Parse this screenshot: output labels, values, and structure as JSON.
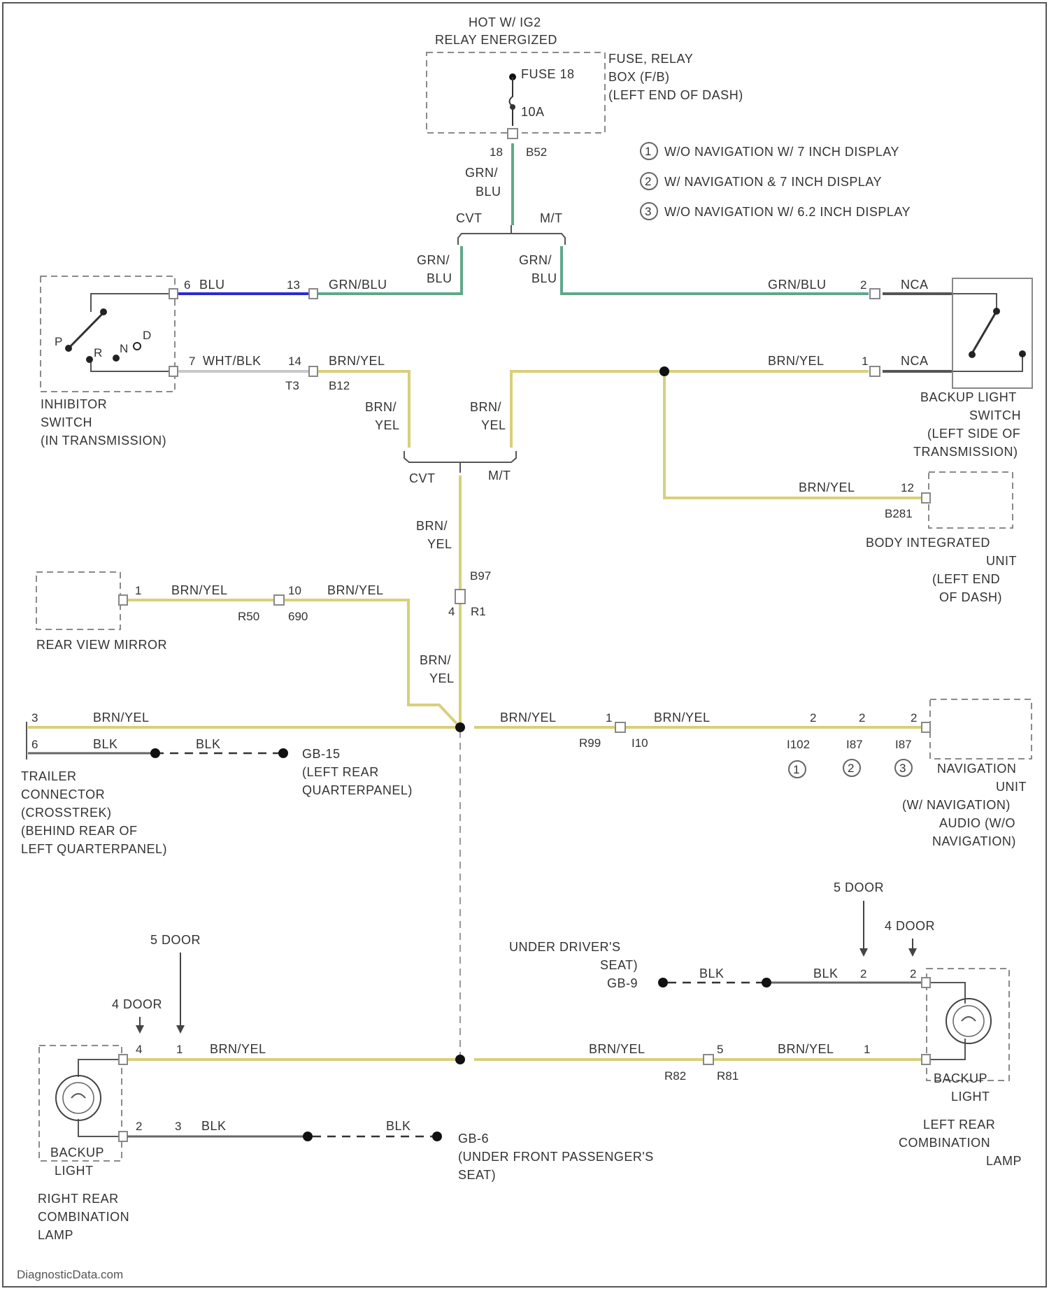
{
  "colors": {
    "wire_brn_yel": "#d9cf7a",
    "wire_grn_blu": "#5fa88a",
    "wire_blu": "#2a2ad6",
    "wire_wht_blk": "#c8c8c8",
    "wire_blk": "#666666",
    "wire_nca": "#555555",
    "splice": "#111111"
  },
  "power": {
    "hot_line1": "HOT W/ IG2",
    "hot_line2": "RELAY ENERGIZED",
    "fuse": "FUSE 18",
    "fuse_amp": "10A",
    "box_line1": "FUSE, RELAY",
    "box_line2": "BOX (F/B)",
    "box_line3": "(LEFT END OF DASH)",
    "pin": "18",
    "conn": "B52",
    "wire1": "GRN/",
    "wire2": "BLU",
    "cvt": "CVT",
    "mt": "M/T"
  },
  "legend": [
    {
      "num": "1",
      "text": "W/O NAVIGATION W/ 7 INCH DISPLAY"
    },
    {
      "num": "2",
      "text": "W/ NAVIGATION & 7 INCH DISPLAY"
    },
    {
      "num": "3",
      "text": "W/O NAVIGATION W/ 6.2 INCH DISPLAY"
    }
  ],
  "inhibitor": {
    "line1": "INHIBITOR",
    "line2": "SWITCH",
    "line3": "(IN TRANSMISSION)",
    "pin_blu": "6",
    "wire_blu": "BLU",
    "pin_whtblk": "7",
    "wire_whtblk": "WHT/BLK",
    "pin13": "13",
    "wire_grnblu": "GRN/BLU",
    "pin14": "14",
    "wire_brnyel": "BRN/YEL",
    "t3": "T3",
    "b12": "B12",
    "p": "P",
    "r": "R",
    "n": "N",
    "d": "D"
  },
  "cvt_branch": {
    "grn1": "GRN/",
    "blu1": "BLU",
    "grn2": "GRN/",
    "blu2": "BLU",
    "brn1": "BRN/",
    "yel1": "YEL",
    "brn2": "BRN/",
    "yel2": "YEL",
    "cvt": "CVT",
    "mt": "M/T"
  },
  "backup_switch": {
    "wire_grnblu": "GRN/BLU",
    "pin2": "2",
    "nca1": "NCA",
    "wire_brnyel": "BRN/YEL",
    "pin1": "1",
    "nca2": "NCA",
    "line1": "BACKUP LIGHT",
    "line2": "SWITCH",
    "line3": "(LEFT SIDE OF",
    "line4": "TRANSMISSION)"
  },
  "biu": {
    "wire": "BRN/YEL",
    "pin": "12",
    "conn": "B281",
    "line1": "BODY INTEGRATED",
    "line2": "UNIT",
    "line3": "(LEFT END",
    "line4": "OF DASH)"
  },
  "trunk": {
    "brn": "BRN/",
    "yel": "YEL",
    "b97": "B97",
    "r1": "R1",
    "pin4": "4",
    "brn2": "BRN/",
    "yel2": "YEL"
  },
  "mirror": {
    "label": "REAR VIEW MIRROR",
    "pin1": "1",
    "wire1": "BRN/YEL",
    "r50": "R50",
    "pin10": "10",
    "c690": "690",
    "wire2": "BRN/YEL"
  },
  "trailer": {
    "pin3": "3",
    "wire_brnyel": "BRN/YEL",
    "pin6": "6",
    "blk1": "BLK",
    "blk2": "BLK",
    "ground": "GB-15",
    "ground_line1": "(LEFT REAR",
    "ground_line2": "QUARTERPANEL)",
    "line1": "TRAILER",
    "line2": "CONNECTOR",
    "line3": "(CROSSTREK)",
    "line4": "(BEHIND REAR OF",
    "line5": "LEFT QUARTERPANEL)"
  },
  "nav": {
    "wire1": "BRN/YEL",
    "pin1": "1",
    "r99": "R99",
    "i10": "I10",
    "wire2": "BRN/YEL",
    "p_a": "2",
    "p_b": "2",
    "p_c": "2",
    "c_a": "I102",
    "c_b": "I87",
    "c_c": "I87",
    "n_a": "1",
    "n_b": "2",
    "n_c": "3",
    "line1": "NAVIGATION",
    "line2": "UNIT",
    "line3": "(W/ NAVIGATION)",
    "line4": "AUDIO (W/O",
    "line5": "NAVIGATION)"
  },
  "left_lamp": {
    "five_door": "5 DOOR",
    "four_door": "4 DOOR",
    "pin4d": "4",
    "pin5d": "1",
    "wire": "BRN/YEL",
    "pin2a": "2",
    "pin2b": "3",
    "blk": "BLK",
    "blk2": "BLK",
    "ground": "GB-6",
    "ground_line1": "(UNDER FRONT PASSENGER'S",
    "ground_line2": "SEAT)",
    "lamp_line1": "BACKUP",
    "lamp_line2": "LIGHT",
    "unit_line1": "RIGHT REAR",
    "unit_line2": "COMBINATION",
    "unit_line3": "LAMP"
  },
  "right_lamp": {
    "five_door": "5 DOOR",
    "four_door": "4 DOOR",
    "ground_line1": "UNDER DRIVER'S",
    "ground_line2": "SEAT)",
    "ground": "GB-9",
    "blk1": "BLK",
    "blk2": "BLK",
    "pin2a": "2",
    "pin2b": "2",
    "wire1": "BRN/YEL",
    "r82": "R82",
    "pin5": "5",
    "r81": "R81",
    "wire2": "BRN/YEL",
    "pin1": "1",
    "lamp_line1": "BACKUP",
    "lamp_line2": "LIGHT",
    "unit_line1": "LEFT REAR",
    "unit_line2": "COMBINATION",
    "unit_line3": "LAMP"
  },
  "footer": "DiagnosticData.com"
}
